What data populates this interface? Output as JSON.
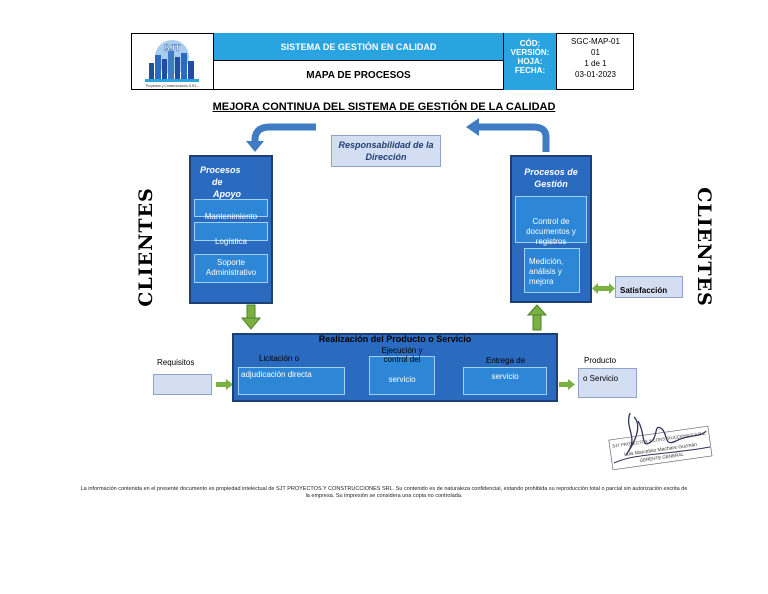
{
  "header": {
    "logo_text": "SJT",
    "logo_caption": "Proyectos y Construcciones S.R.L.",
    "system_title": "SISTEMA DE GESTIÓN EN CALIDAD",
    "doc_title": "MAPA DE PROCESOS",
    "keys": [
      "CÓD:",
      "VERSIÓN:",
      "HOJA:",
      "FECHA:"
    ],
    "values": [
      "SGC-MAP-01",
      "01",
      "1 de 1",
      "03-01-2023"
    ]
  },
  "diagram": {
    "title": "MEJORA CONTINUA DEL SISTEMA DE GESTIÓN DE LA CALIDAD",
    "direction": "Responsabilidad de la Dirección",
    "clientes_left": "CLIENTES",
    "clientes_right": "CLIENTES",
    "apoyo": {
      "title_1": "Procesos",
      "title_2": "de",
      "title_3": "Apoyo",
      "items": [
        "Mantenimiento",
        "Logística",
        "Soporte Administrativo"
      ]
    },
    "gestion": {
      "title": "Procesos de Gestión",
      "items": [
        "Control de documentos y registros",
        "Medición, análisis y mejora"
      ]
    },
    "realizacion": {
      "title": "Realización del Producto o Servicio",
      "steps": [
        {
          "top": "Licitación o",
          "box": "adjudicación directa"
        },
        {
          "top": "Ejecución y control del",
          "box": "servicio"
        },
        {
          "top": "Entrega de",
          "box": "servicio"
        }
      ]
    },
    "requisitos": "Requisitos",
    "producto_1": "Producto",
    "producto_2": "o Servicio",
    "satisfaccion": "Satisfacción"
  },
  "signature": {
    "stamp_line_1": "SJT PROYECTOS Y CONSTRUCCIONES S.R.L.",
    "stamp_line_2": "Luis Marcelino Machare Guzmán",
    "stamp_line_3": "GERENTE GENERAL"
  },
  "footer": {
    "line_1": "La información contenida en el presente documento es propiedad intelectual de SJT PROYECTOS Y CONSTRUCCIONES SRL. Su contenido es de naturaleza confidencial, estando prohibida su reproducción total o parcial sin autorización escrita de",
    "line_2": "la empresa. Su impresión se considera una copia no controlada."
  },
  "colors": {
    "header_blue": "#29a4e0",
    "panel_blue": "#2a6bbf",
    "inner_blue": "#2d86d6",
    "arrow_green": "#7bb141",
    "arrow_blue": "#3f7cc4"
  }
}
